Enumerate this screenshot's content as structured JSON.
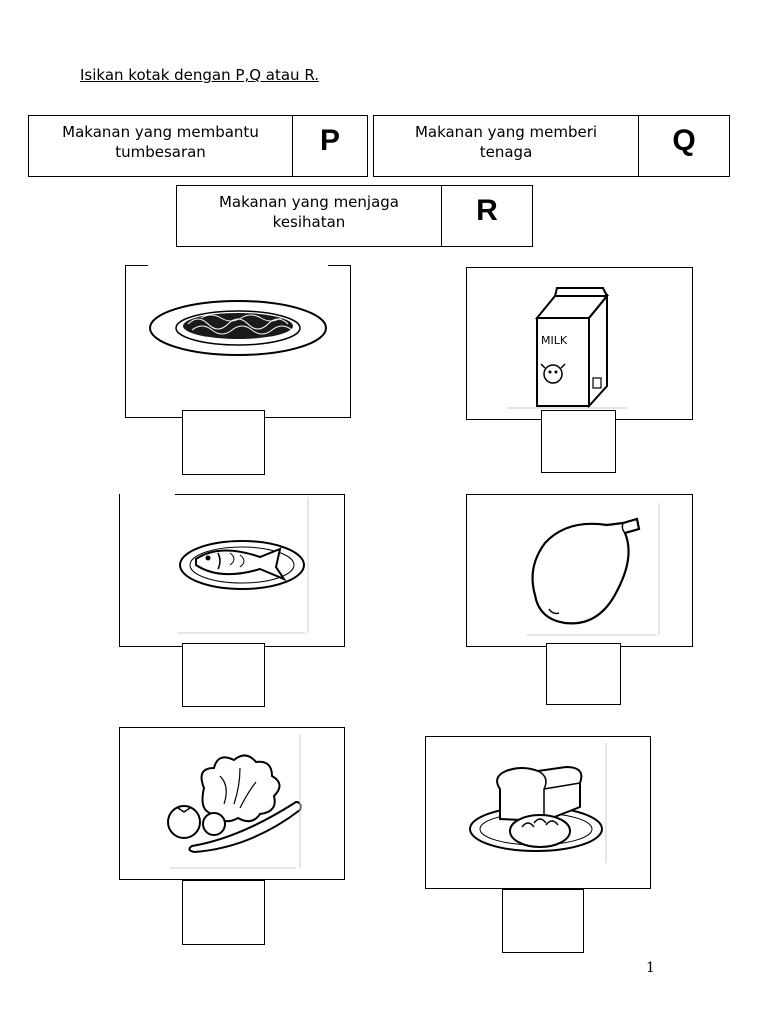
{
  "instruction": "Isikan kotak dengan P,Q atau R.",
  "key": [
    {
      "desc": "Makanan yang membantu tumbesaran",
      "letter": "P"
    },
    {
      "desc": "Makanan yang memberi tenaga",
      "letter": "Q"
    },
    {
      "desc": "Makanan yang menjaga kesihatan",
      "letter": "R"
    }
  ],
  "pictures": {
    "milk_label": "MILK"
  },
  "page_number": "1"
}
